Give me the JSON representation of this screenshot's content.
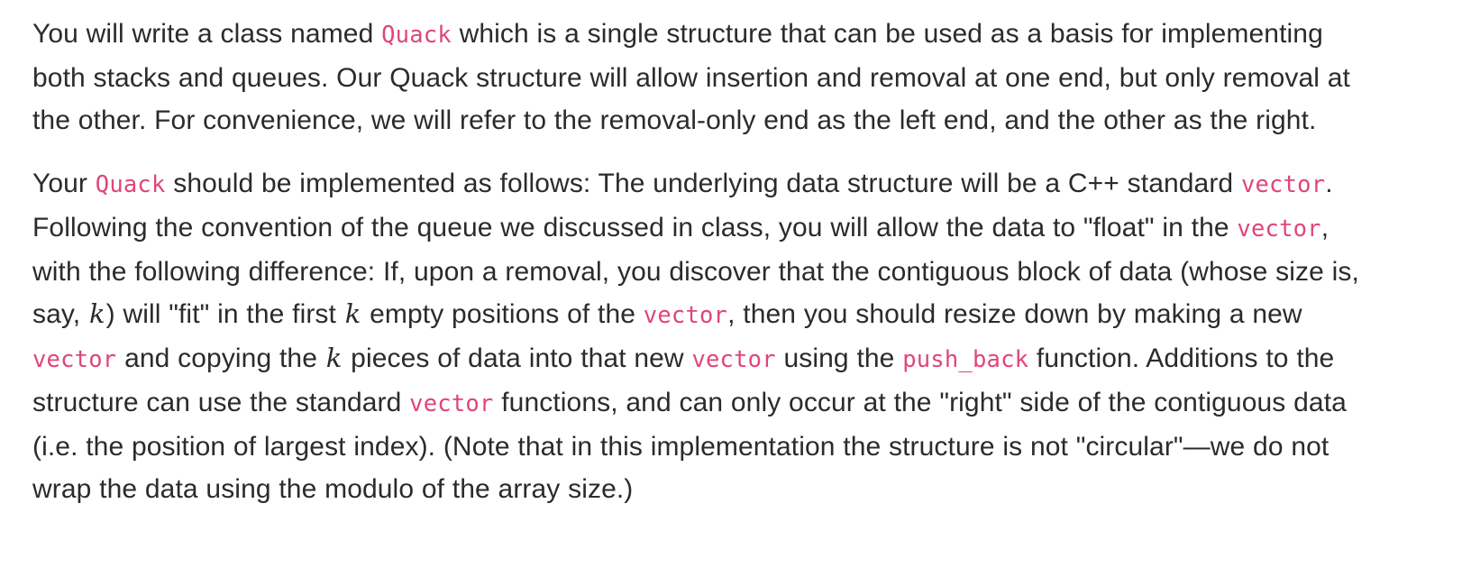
{
  "document": {
    "text_color": "#2b2b2b",
    "code_color": "#e0457b",
    "background": "#ffffff",
    "paragraphs": [
      {
        "id": "paragraph-1",
        "segments": [
          {
            "type": "text",
            "value": "You will write a class named "
          },
          {
            "type": "code",
            "value": "Quack"
          },
          {
            "type": "text",
            "value": " which is a single structure that can be used as a basis for implementing both stacks and queues. Our Quack structure will allow insertion and removal at one end, but only removal at the other. For convenience, we will refer to the removal-only end as the left end, and the other as the right."
          }
        ]
      },
      {
        "id": "paragraph-2",
        "segments": [
          {
            "type": "text",
            "value": "Your "
          },
          {
            "type": "code",
            "value": "Quack"
          },
          {
            "type": "text",
            "value": " should be implemented as follows: The underlying data structure will be a C++ standard "
          },
          {
            "type": "code",
            "value": "vector"
          },
          {
            "type": "text",
            "value": ". Following the convention of the queue we discussed in class, you will allow the data to \"float\" in the "
          },
          {
            "type": "code",
            "value": "vector"
          },
          {
            "type": "text",
            "value": ", with the following difference: If, upon a removal, you discover that the contiguous block of data (whose size is, say, "
          },
          {
            "type": "math",
            "value": "k"
          },
          {
            "type": "text",
            "value": ") will \"fit\" in the first "
          },
          {
            "type": "math",
            "value": "k"
          },
          {
            "type": "text",
            "value": " empty positions of the "
          },
          {
            "type": "code",
            "value": "vector"
          },
          {
            "type": "text",
            "value": ", then you should resize down by making a new "
          },
          {
            "type": "code",
            "value": "vector"
          },
          {
            "type": "text",
            "value": " and copying the "
          },
          {
            "type": "math",
            "value": "k"
          },
          {
            "type": "text",
            "value": " pieces of data into that new "
          },
          {
            "type": "code",
            "value": "vector"
          },
          {
            "type": "text",
            "value": " using the "
          },
          {
            "type": "code",
            "value": "push_back"
          },
          {
            "type": "text",
            "value": " function. Additions to the structure can use the standard "
          },
          {
            "type": "code",
            "value": "vector"
          },
          {
            "type": "text",
            "value": " functions, and can only occur at the \"right\" side of the contiguous data (i.e. the position of largest index). (Note that in this implementation the structure is not \"circular\"—we do not wrap the data using the modulo of the array size.)"
          }
        ]
      }
    ]
  }
}
